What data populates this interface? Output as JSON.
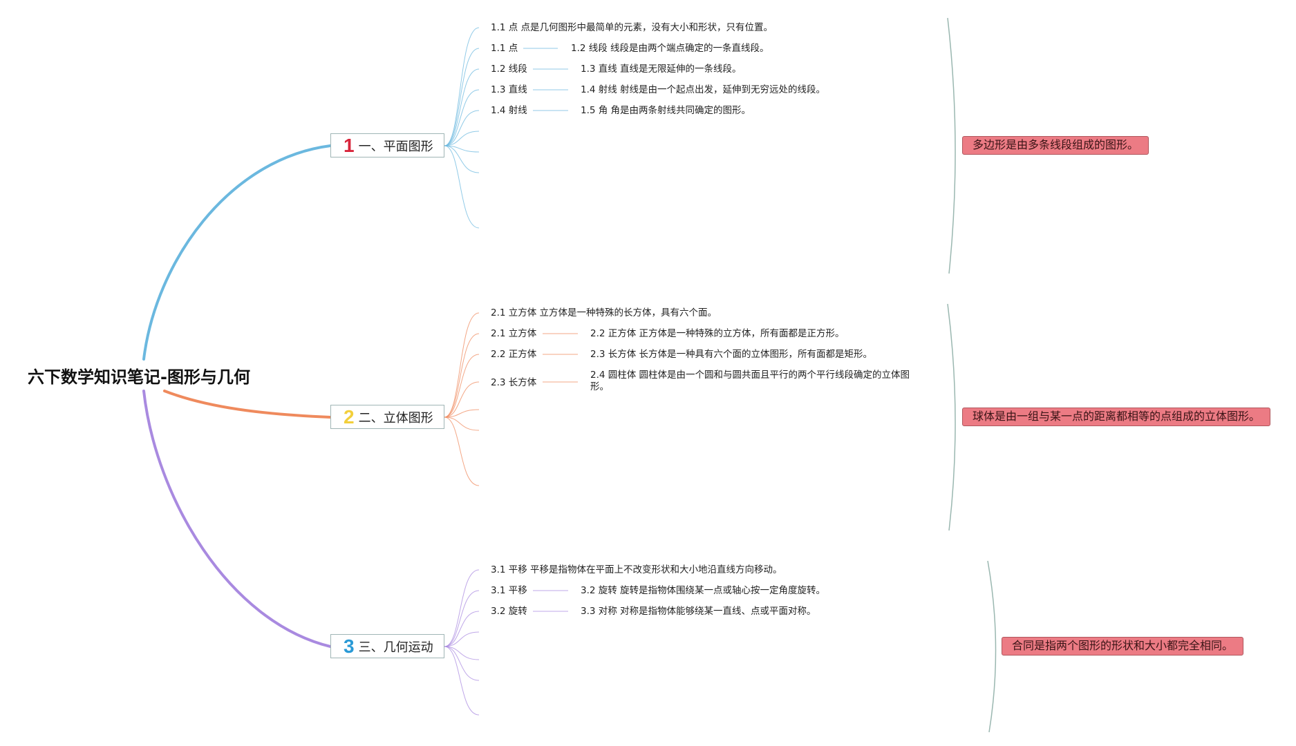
{
  "title": "六下数学知识笔记-图形与几何",
  "colors": {
    "branch1": "#6bb8df",
    "branch2": "#ef8a5d",
    "branch3": "#a98ae0",
    "bracket": "#9ab7b0",
    "summary_bg": "#ec7b84",
    "num1": "#d8243a",
    "num2": "#f2cf3b",
    "num3": "#2a9ad6"
  },
  "branches": [
    {
      "number": "1",
      "label": "一、平面图形",
      "first": "1.1 点 点是几何图形中最简单的元素，没有大小和形状，只有位置。",
      "pairs": [
        {
          "left": "1.1 点",
          "right": "1.2 线段 线段是由两个端点确定的一条直线段。"
        },
        {
          "left": "1.2 线段",
          "right": "1.3 直线 直线是无限延伸的一条线段。"
        },
        {
          "left": "1.3 直线",
          "right": "1.4 射线 射线是由一个起点出发，延伸到无穷远处的线段。"
        },
        {
          "left": "1.4 射线",
          "right": "1.5 角 角是由两条射线共同确定的图形。"
        }
      ],
      "summary": "多边形是由多条线段组成的图形。"
    },
    {
      "number": "2",
      "label": "二、立体图形",
      "first": "2.1 立方体 立方体是一种特殊的长方体，具有六个面。",
      "pairs": [
        {
          "left": "2.1 立方体",
          "right": "2.2 正方体 正方体是一种特殊的立方体，所有面都是正方形。"
        },
        {
          "left": "2.2 正方体",
          "right": "2.3 长方体 长方体是一种具有六个面的立体图形，所有面都是矩形。"
        },
        {
          "left": "2.3 长方体",
          "right": "2.4 圆柱体 圆柱体是由一个圆和与圆共面且平行的两个平行线段确定的立体图形。"
        }
      ],
      "summary": "球体是由一组与某一点的距离都相等的点组成的立体图形。"
    },
    {
      "number": "3",
      "label": "三、几何运动",
      "first": "3.1 平移 平移是指物体在平面上不改变形状和大小地沿直线方向移动。",
      "pairs": [
        {
          "left": "3.1 平移",
          "right": "3.2 旋转 旋转是指物体围绕某一点或轴心按一定角度旋转。"
        },
        {
          "left": "3.2 旋转",
          "right": "3.3 对称 对称是指物体能够绕某一直线、点或平面对称。"
        }
      ],
      "summary": "合同是指两个图形的形状和大小都完全相同。"
    }
  ]
}
